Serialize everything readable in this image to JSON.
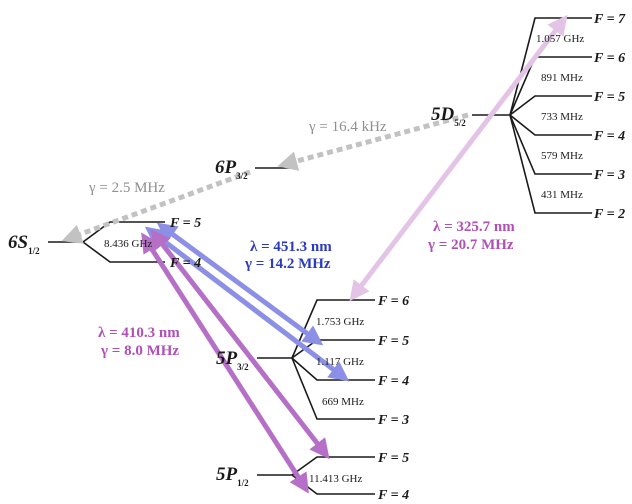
{
  "colors": {
    "level": "#1a1a1a",
    "blue": "#8b8fe6",
    "blue_text": "#2b3bbf",
    "purple": "#b66fc7",
    "purple_text": "#b04fb6",
    "lilac": "#e3c3e6",
    "gray": "#c2c2c2",
    "gray_text": "#8f8f8f"
  },
  "states": {
    "s6": {
      "main": "6S",
      "sub": "1/2"
    },
    "p6": {
      "main": "6P",
      "sub": "3/2"
    },
    "d5": {
      "main": "5D",
      "sub": "5/2"
    },
    "p53": {
      "main": "5P",
      "sub": "3/2"
    },
    "p51": {
      "main": "5P",
      "sub": "1/2"
    }
  },
  "hyperfine": {
    "s6": [
      "F = 5",
      "F = 4"
    ],
    "d5": [
      "F = 7",
      "F = 6",
      "F = 5",
      "F = 4",
      "F = 3",
      "F = 2"
    ],
    "p53": [
      "F = 6",
      "F = 5",
      "F = 4",
      "F = 3"
    ],
    "p51": [
      "F = 5",
      "F = 4"
    ]
  },
  "splittings": {
    "s6": [
      "8.436 GHz"
    ],
    "d5": [
      "1.057 GHz",
      "891 MHz",
      "733 MHz",
      "579 MHz",
      "431 MHz"
    ],
    "p53": [
      "1.753 GHz",
      "1.117 GHz",
      "669 MHz"
    ],
    "p51": [
      "11.413 GHz"
    ]
  },
  "transitions": {
    "blue": {
      "lambda": "λ = 451.3 nm",
      "gamma": "γ = 14.2 MHz"
    },
    "violet": {
      "lambda": "λ = 410.3 nm",
      "gamma": "γ = 8.0 MHz"
    },
    "lilac": {
      "lambda": "λ = 325.7 nm",
      "gamma": "γ = 20.7 MHz"
    },
    "decay_d_to_p": {
      "gamma": "γ = 16.4 kHz"
    },
    "decay_p_to_s": {
      "gamma": "γ = 2.5 MHz"
    }
  }
}
